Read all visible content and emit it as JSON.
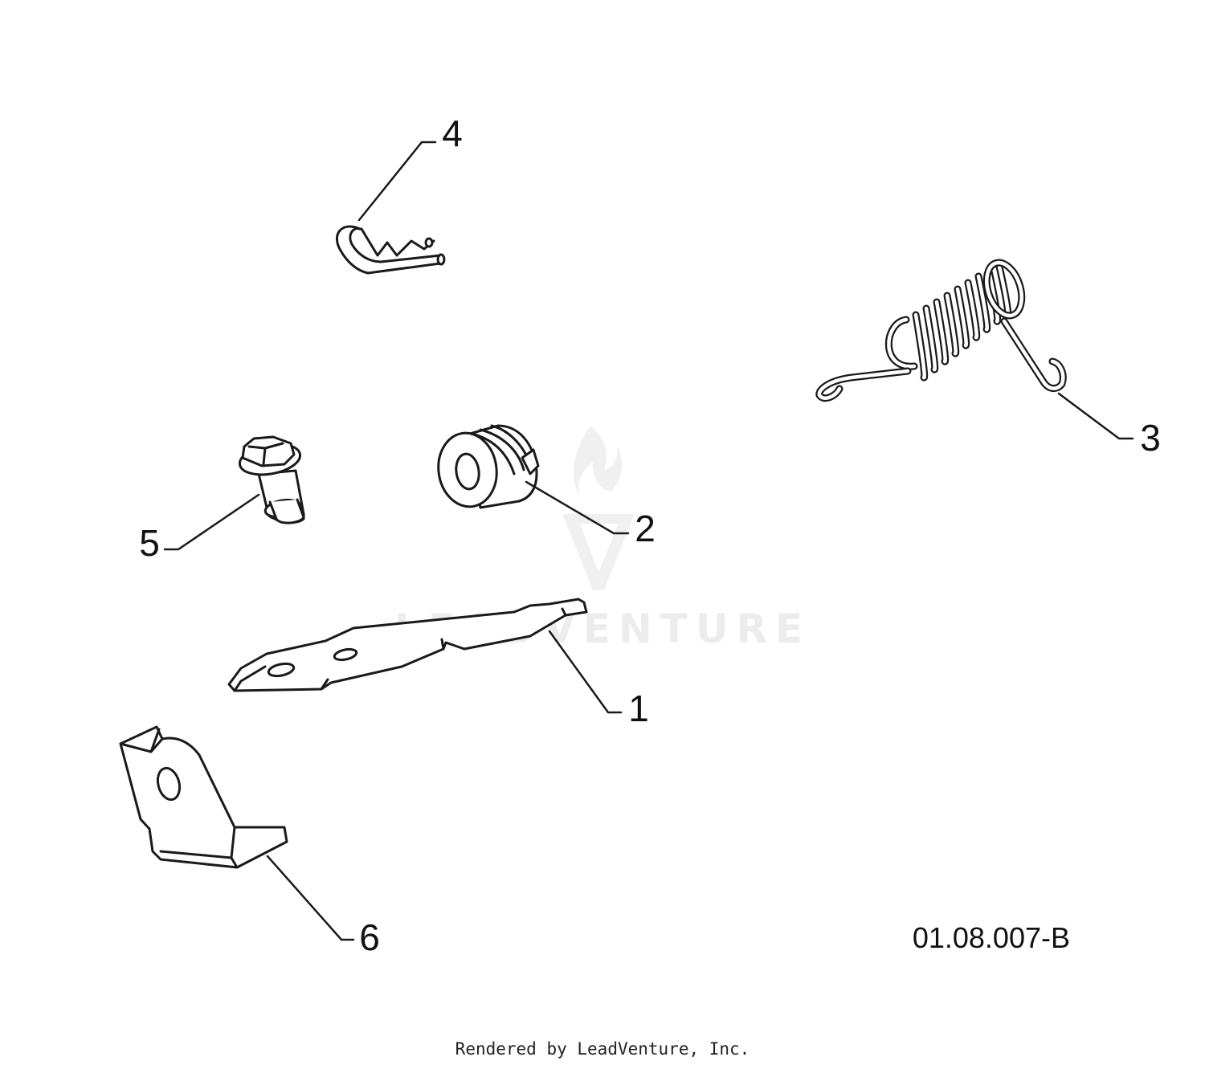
{
  "callouts": {
    "part_1": "1",
    "part_2": "2",
    "part_3": "3",
    "part_4": "4",
    "part_5": "5",
    "part_6": "6"
  },
  "drawing_code": "01.08.007-B",
  "watermark": {
    "text": "LEADVENTURE"
  },
  "footer": {
    "credit": "Rendered by LeadVenture, Inc."
  },
  "colors": {
    "line": "#1a1a1a",
    "background": "#ffffff",
    "watermark": "#ececec"
  }
}
